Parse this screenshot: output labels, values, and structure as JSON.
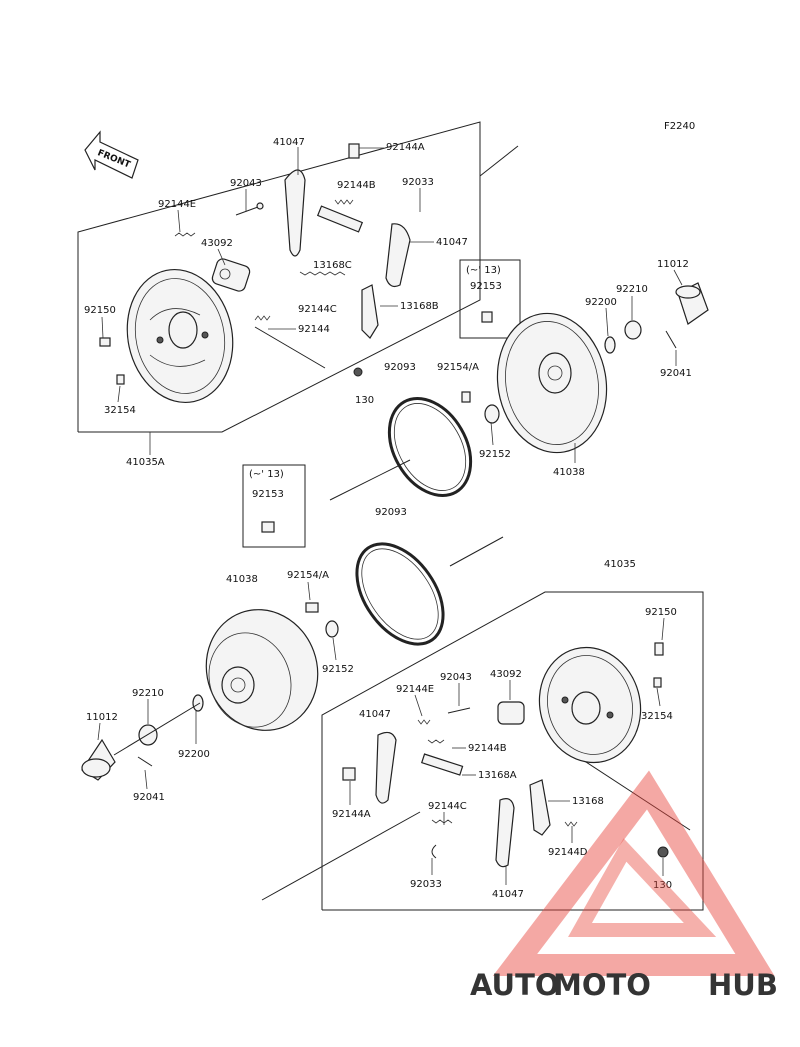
{
  "diagram": {
    "figure_code": "F2240",
    "front_label": "FRONT",
    "callouts": {
      "c41047_top": "41047",
      "c92144A_top": "92144A",
      "c92043_top": "92043",
      "c92144B_top": "92144B",
      "c92033_top": "92033",
      "c92144E_top": "92144E",
      "c43092_top": "43092",
      "c41047_top2": "41047",
      "c13168C_top": "13168C",
      "c92144C_top": "92144C",
      "c13168B_top": "13168B",
      "c92150_top": "92150",
      "c92144_top": "92144",
      "c32154_top": "32154",
      "c130_top": "130",
      "c41035A": "41035A",
      "c13_top": "(~' 13)",
      "c92153_top": "92153",
      "c92093_top": "92093",
      "c92154A_top": "92154/A",
      "c92152_top": "92152",
      "c41038_top": "41038",
      "c92200_top": "92200",
      "c92210_top": "92210",
      "c11012_top": "11012",
      "c92041_top": "92041",
      "c13_mid": "(~' 13)",
      "c92153_mid": "92153",
      "c92093_mid": "92093",
      "c41038_bot": "41038",
      "c92154A_bot": "92154/A",
      "c92152_bot": "92152",
      "c41035": "41035",
      "c92150_bot": "92150",
      "c92210_bot": "92210",
      "c11012_bot": "11012",
      "c92200_bot": "92200",
      "c92041_bot": "92041",
      "c92043_bot": "92043",
      "c43092_bot": "43092",
      "c92144E_bot": "92144E",
      "c32154_bot": "32154",
      "c41047_bot": "41047",
      "c92144B_bot": "92144B",
      "c13168A_bot": "13168A",
      "c92144A_bot": "92144A",
      "c92144C_bot": "92144C",
      "c13168_bot": "13168",
      "c92144D_bot": "92144D",
      "c92033_bot": "92033",
      "c41047_bot2": "41047",
      "c130_bot": "130"
    }
  },
  "watermark": {
    "text_auto": "AUTO",
    "text_moto": "MOTO",
    "text_hub": "HUB",
    "color_auto": "#f5b04a",
    "color_moto": "#e8463c",
    "color_hub": "#8a8a8a"
  }
}
